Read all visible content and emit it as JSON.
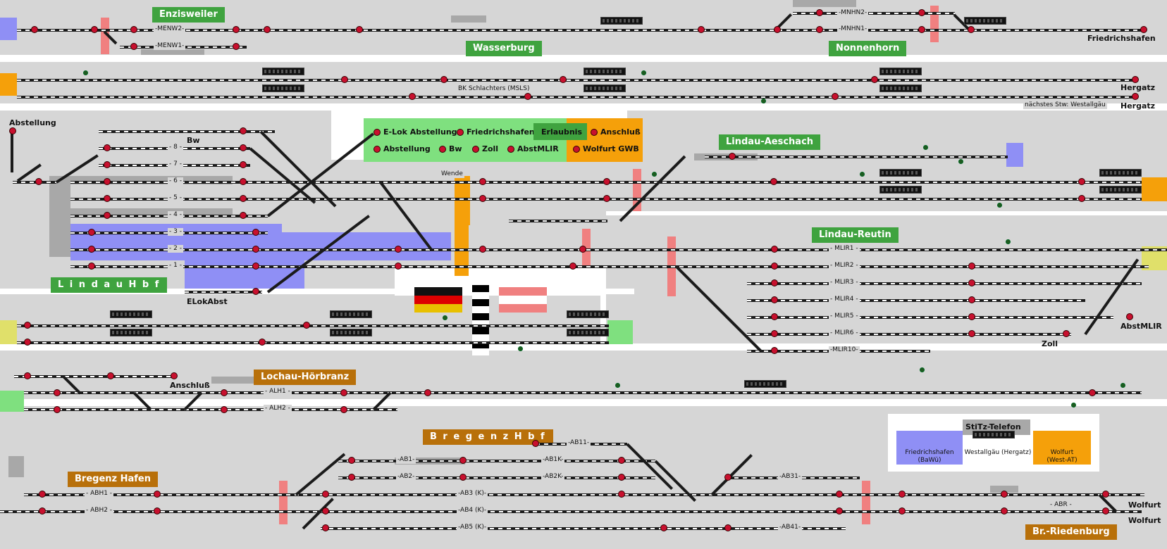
{
  "stations": {
    "enzisweiler": "Enzisweiler",
    "wasserburg": "Wasserburg",
    "nonnenhorn": "Nonnenhorn",
    "lindau_aeschach": "Lindau-Aeschach",
    "lindau_reutin": "Lindau-Reutin",
    "lindau_hbf": "L i n d a u  H b f",
    "lochau": "Lochau-Hörbranz",
    "bregenz_hbf": "B r e g e n z  H b f",
    "bregenz_hafen": "Bregenz Hafen",
    "riedenburg": "Br.-Riedenburg"
  },
  "places": {
    "friedrichshafen": "Friedrichshafen",
    "hergatz1": "Hergatz",
    "hergatz2": "Hergatz",
    "naechstes": "nächstes Stw: Westallgäu",
    "abstellung": "Abstellung",
    "bw": "Bw",
    "elokabst": "ELokAbst",
    "anschluss": "Anschluß",
    "abstmlir": "AbstMLIR",
    "zoll": "Zoll",
    "wolfurt1": "Wolfurt",
    "wolfurt2": "Wolfurt",
    "wende": "Wende",
    "bk": "BK Schlachters (MSLS)"
  },
  "track_labels": {
    "menw2": "-MENW2-",
    "menw1": "-MENW1-",
    "mnhn2": "-MNHN2-",
    "mnhn1": "-MNHN1-",
    "t8": "- 8 -",
    "t7": "- 7 -",
    "t6": "- 6 -",
    "t5": "- 5 -",
    "t4": "- 4 -",
    "t3": "- 3 -",
    "t2": "- 2 -",
    "t1": "- 1 -",
    "mlir1": "- MLIR1 -",
    "mlir2": "- MLIR2 -",
    "mlir3": "- MLIR3 -",
    "mlir4": "- MLIR4 -",
    "mlir5": "- MLIR5 -",
    "mlir6": "- MLIR6 -",
    "mlir10": "-MLIR10-",
    "alh1": "- ALH1 -",
    "alh2": "- ALH2 -",
    "ab11": "-AB11-",
    "ab1": "-AB1-",
    "ab2": "-AB2-",
    "ab1k": "-AB1K-",
    "ab2k": "-AB2K-",
    "ab3": "-AB3 (K)-",
    "ab4": "-AB4 (K)-",
    "ab5": "-AB5 (K)-",
    "ab31": "-AB31-",
    "ab41": "-AB41-",
    "abh1": "- ABH1 -",
    "abh2": "- ABH2 -",
    "abr": "- ABR -"
  },
  "panel": {
    "elok": "E-Lok Abstellung",
    "fhafen": "Friedrichshafen",
    "erlaubnis": "Erlaubnis",
    "anschluss": "Anschluß",
    "abstellung": "Abstellung",
    "bw": "Bw",
    "zoll": "Zoll",
    "abstmlir": "AbstMLIR",
    "wolfurt": "Wolfurt GWB"
  },
  "legend": {
    "title": "StiTz-Telefon",
    "fh": "Friedrichshafen",
    "fh_sub": "(BaWü)",
    "wa": "Westallgäu (Hergatz)",
    "wo": "Wolfurt",
    "wo_sub": "(West-AT)"
  },
  "colors": {
    "station_green": "#3fa33f",
    "station_brown": "#b8700a",
    "zone_blue": "#8f8ff5",
    "zone_orange": "#f5a00a",
    "zone_yellow": "#e0e06a",
    "zone_lightgreen": "#7fe07f",
    "signal_red": "#c8102e"
  }
}
